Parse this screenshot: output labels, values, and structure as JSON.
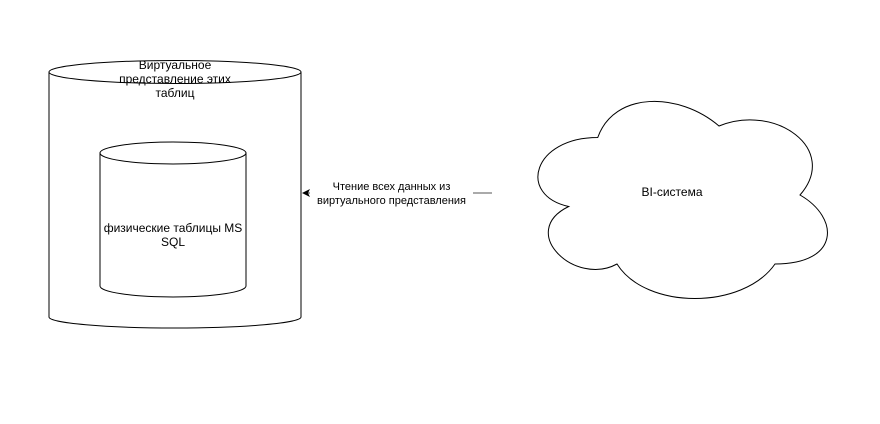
{
  "outer_cylinder": {
    "label": "Виртуальное представление этих таблиц"
  },
  "inner_cylinder": {
    "label": "физические таблицы MS SQL"
  },
  "edge": {
    "label": "Чтение всех данных из виртуального представления",
    "color": "#555555"
  },
  "cloud": {
    "label": "BI-система"
  }
}
